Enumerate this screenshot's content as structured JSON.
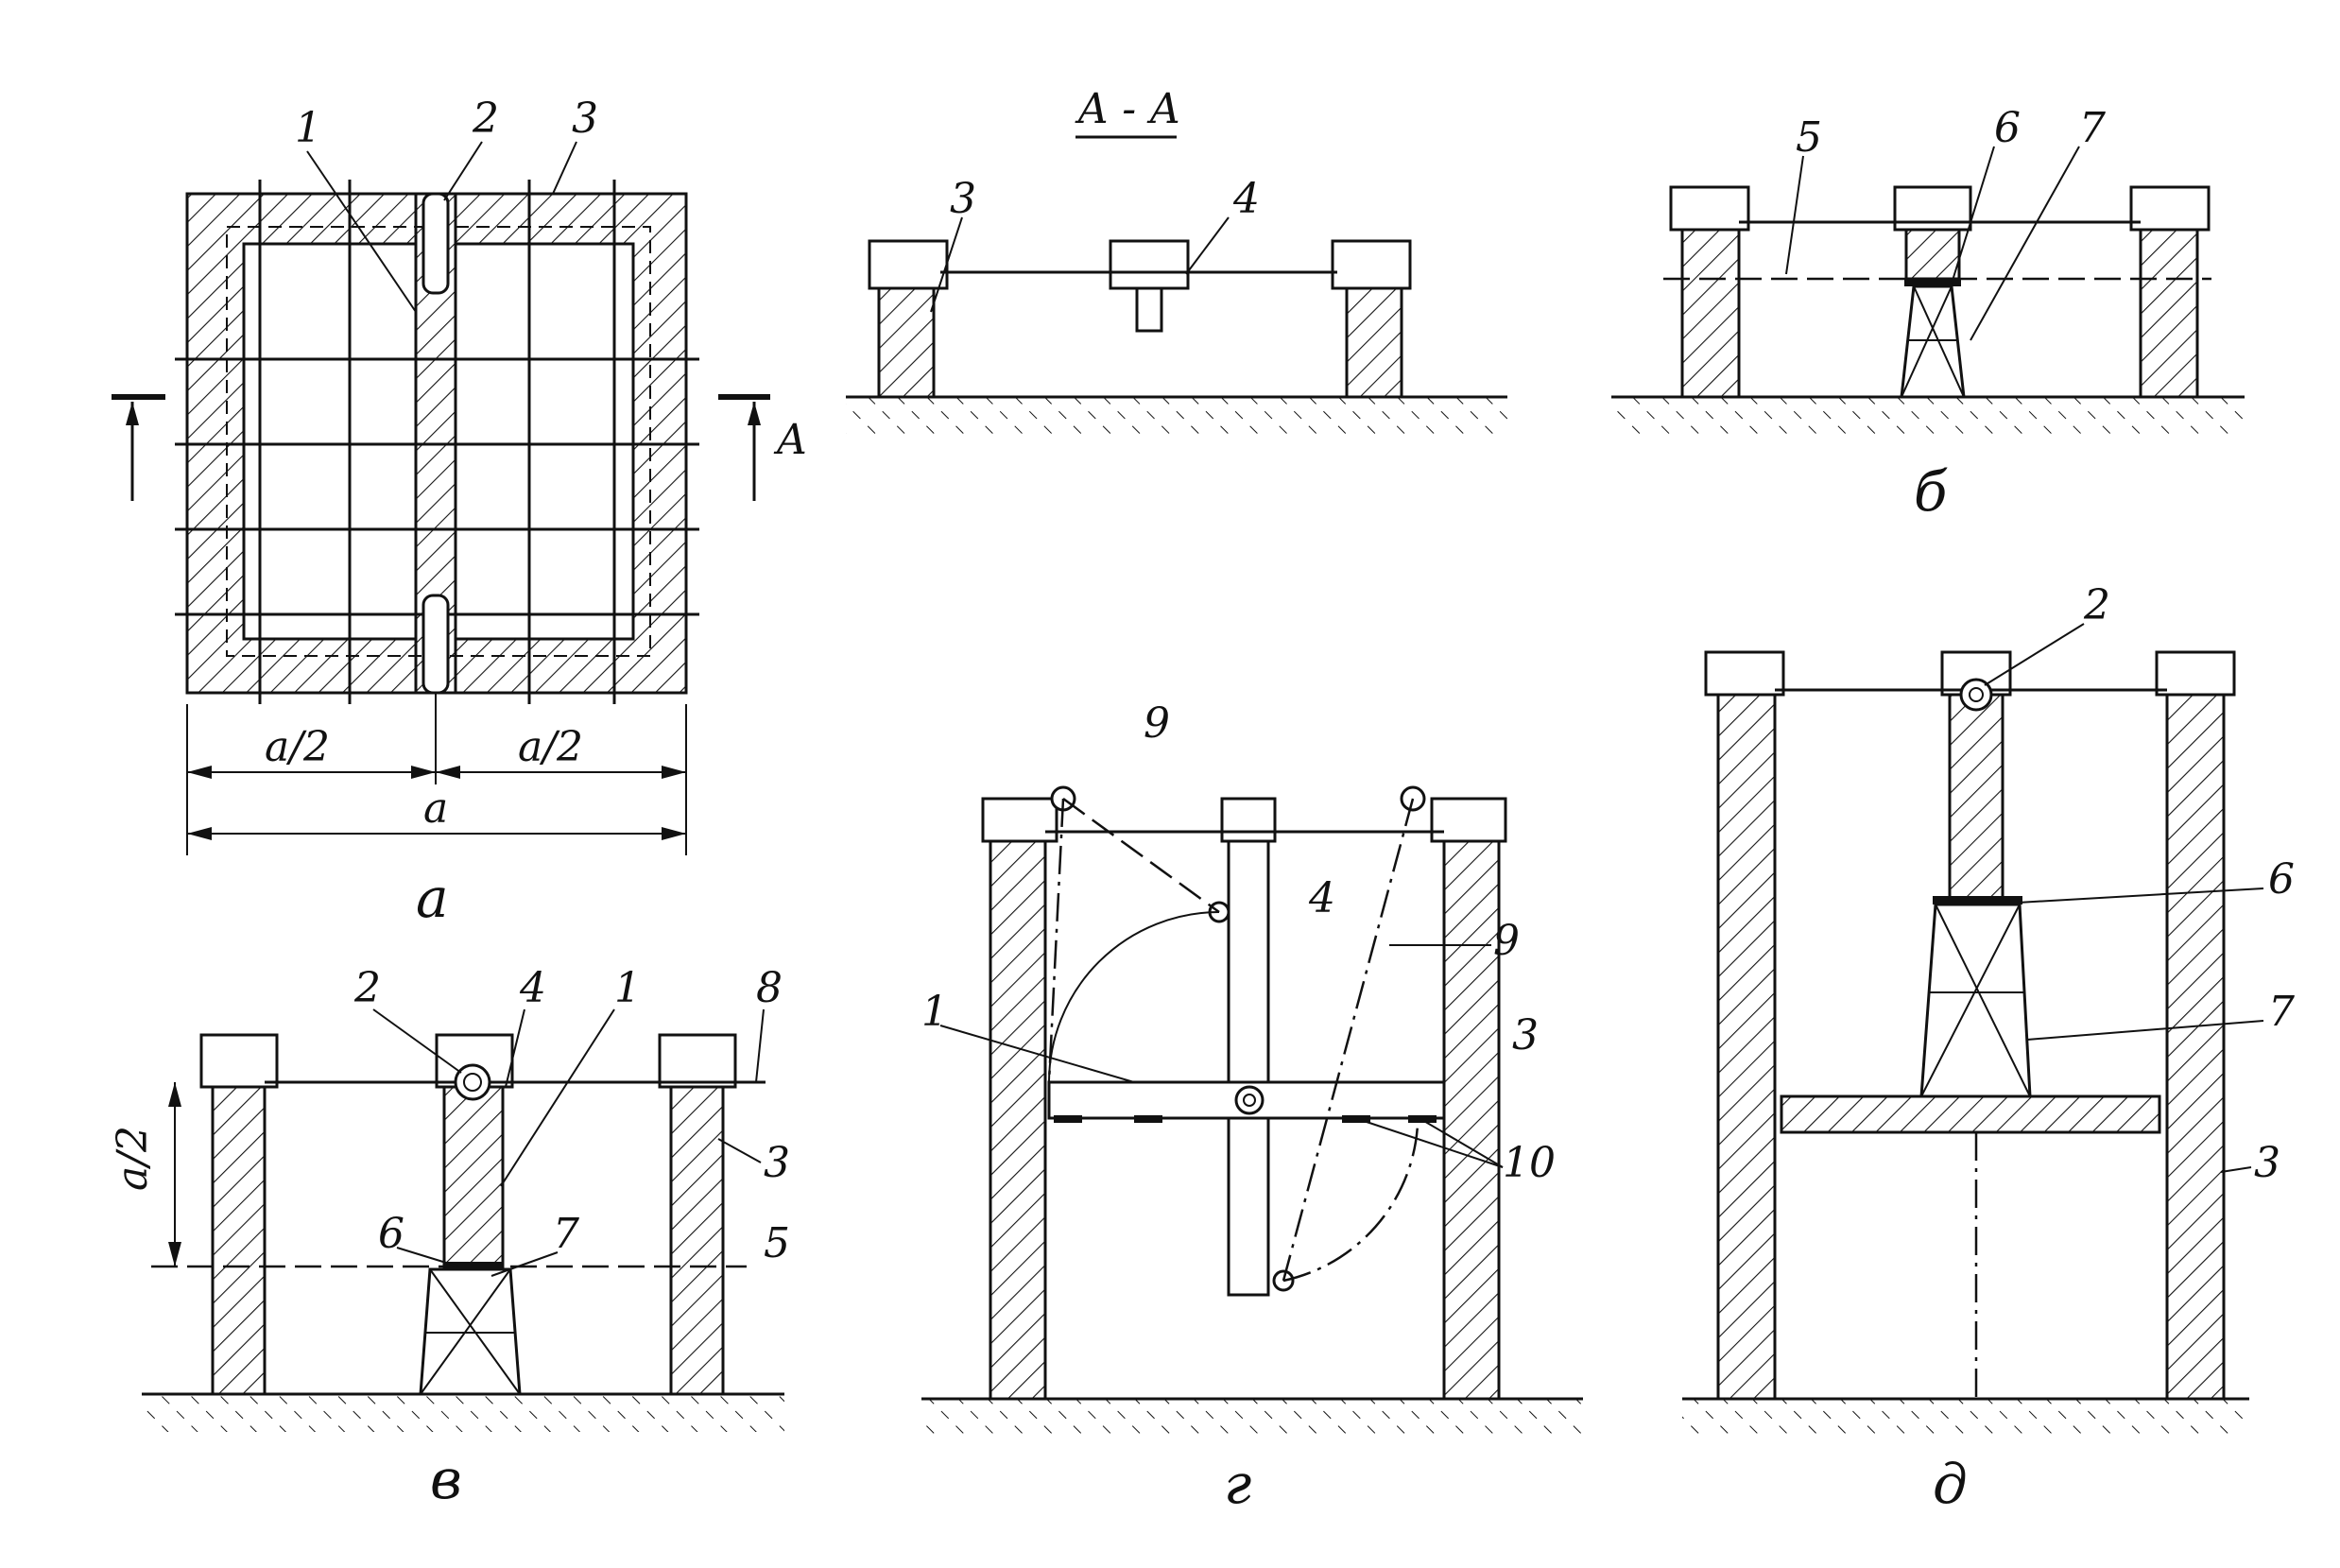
{
  "labels": {
    "section_mark": "А - А",
    "section_arrow_letter": "A",
    "dim_half_left": "a/2",
    "dim_half_right": "a/2",
    "dim_full": "a",
    "dim_vertical": "a/2",
    "captions": {
      "a": "а",
      "b": "б",
      "v": "в",
      "g": "г",
      "d": "д"
    },
    "numbers": {
      "n1": "1",
      "n2": "2",
      "n3": "3",
      "n4": "4",
      "n5": "5",
      "n6": "6",
      "n7": "7",
      "n8": "8",
      "n9": "9",
      "n10": "10"
    }
  }
}
